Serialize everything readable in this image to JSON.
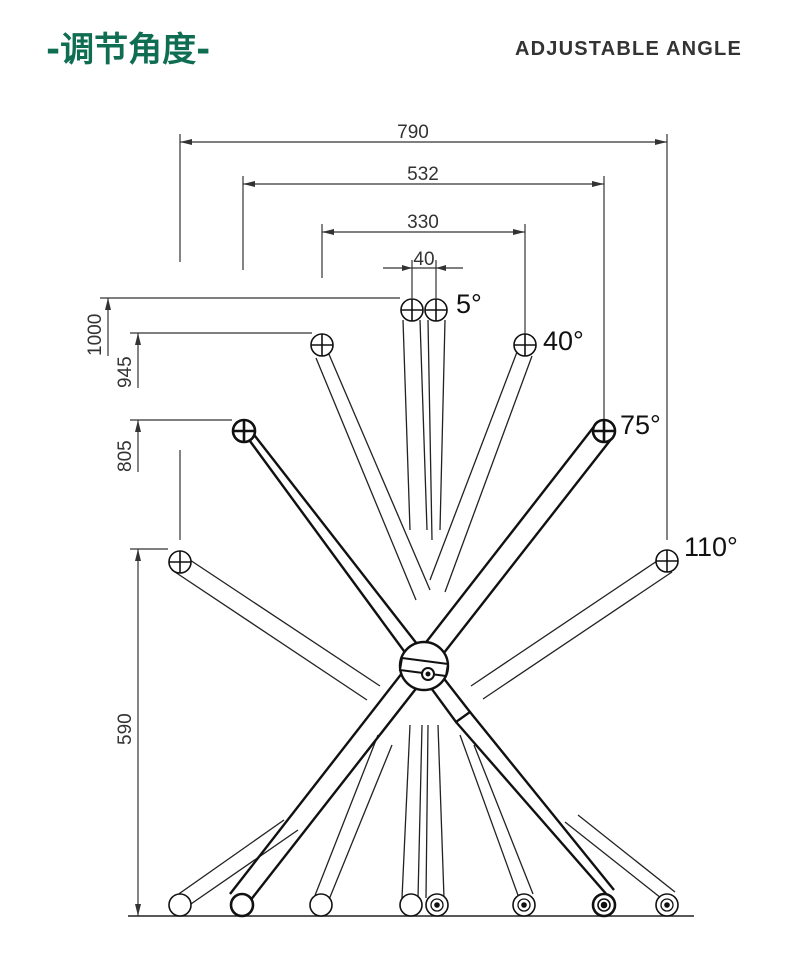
{
  "header": {
    "title": "-调节角度-",
    "subtitle": "ADJUSTABLE ANGLE"
  },
  "colors": {
    "title": "#0f6e52",
    "subtitle": "#333333",
    "line": "#222222"
  },
  "dimensions": {
    "horizontal": [
      "790",
      "532",
      "330",
      "40"
    ],
    "vertical": [
      "1000",
      "945",
      "805",
      "590"
    ]
  },
  "angles": [
    "5°",
    "40°",
    "75°",
    "110°"
  ],
  "icons": {
    "pivot": "hinge-pivot-icon",
    "foot": "round-foot-icon",
    "top": "crossed-circle-end-icon"
  }
}
